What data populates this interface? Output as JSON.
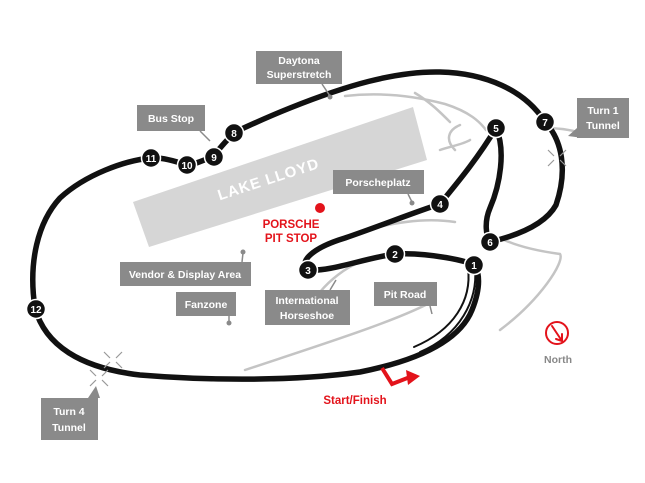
{
  "colors": {
    "track": "#111111",
    "label_bg": "#8a8a8a",
    "label_text": "#ffffff",
    "accent": "#e3131b",
    "lake": "#d6d6d6",
    "service_road": "#c4c4c4"
  },
  "lake": {
    "name": "LAKE LLOYD"
  },
  "labels": {
    "daytona_superstretch": [
      "Daytona",
      "Superstretch"
    ],
    "bus_stop": "Bus Stop",
    "turn1_tunnel": [
      "Turn 1",
      "Tunnel"
    ],
    "porscheplatz": "Porscheplatz",
    "vendor_display": "Vendor & Display Area",
    "fanzone": "Fanzone",
    "international_horseshoe": [
      "International",
      "Horseshoe"
    ],
    "pit_road": "Pit Road",
    "turn4_tunnel": [
      "Turn 4",
      "Tunnel"
    ]
  },
  "porsche_pit_stop": [
    "PORSCHE",
    "PIT STOP"
  ],
  "start_finish": "Start/Finish",
  "north": {
    "label": "North",
    "icon": "compass-arrow-icon"
  },
  "turns": [
    "1",
    "2",
    "3",
    "4",
    "5",
    "6",
    "7",
    "8",
    "9",
    "10",
    "11",
    "12"
  ]
}
